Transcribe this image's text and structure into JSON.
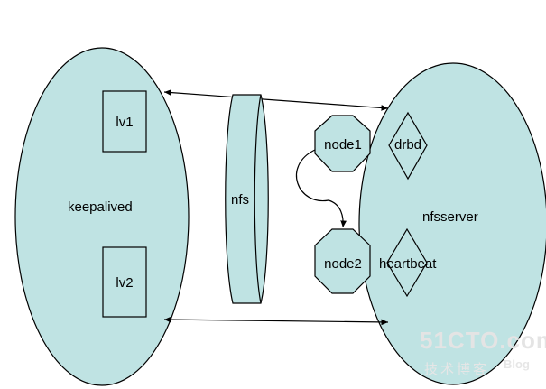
{
  "colors": {
    "fill": "#bfe3e3",
    "stroke": "#000000",
    "background": "#ffffff"
  },
  "left_node": {
    "label": "keepalived",
    "inner_boxes": [
      "lv1",
      "lv2"
    ]
  },
  "cylinder": {
    "label": "nfs"
  },
  "right_node": {
    "label": "nfsserver"
  },
  "octagons": [
    "node1",
    "node2"
  ],
  "diamonds": [
    "drbd",
    "heartbeat"
  ],
  "edges": [
    {
      "from": "keepalived",
      "to": "nfsserver",
      "style": "double-arrow"
    },
    {
      "from": "keepalived",
      "to": "nfsserver",
      "style": "double-arrow"
    },
    {
      "from": "node1",
      "to": "node2",
      "style": "curved-arrow"
    }
  ],
  "watermark": {
    "brand": "51CTO.com",
    "tagline": "技术博客",
    "suffix": "Blog"
  }
}
